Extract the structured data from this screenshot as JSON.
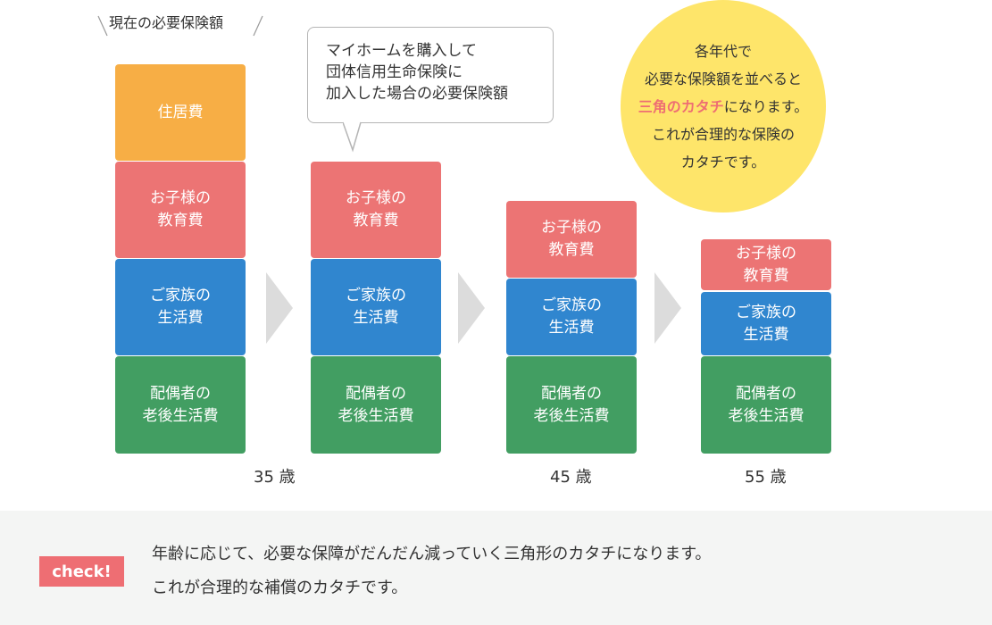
{
  "colors": {
    "housing": "#f7ae45",
    "education": "#ec7474",
    "living": "#3086cf",
    "spouse": "#429e62",
    "circle": "#fee56a",
    "highlight": "#ee6e73",
    "footer_bg": "#f4f5f4"
  },
  "current_label": "現在の必要保険額",
  "bubble": {
    "text": "マイホームを購入して\n団体信用生命保険に\n加入した場合の必要保険額"
  },
  "circle": {
    "line1": "各年代で",
    "line2": "必要な保険額を並べると",
    "line3_highlight": "三角のカタチ",
    "line3_rest": "になります。",
    "line4": "これが合理的な保険の",
    "line5": "カタチです。"
  },
  "columns": [
    {
      "age": "35 歳",
      "blocks": {
        "housing": "住居費",
        "education": "お子様の\n教育費",
        "living": "ご家族の\n生活費",
        "spouse": "配偶者の\n老後生活費"
      }
    },
    {
      "blocks": {
        "education": "お子様の\n教育費",
        "living": "ご家族の\n生活費",
        "spouse": "配偶者の\n老後生活費"
      }
    },
    {
      "age": "45 歳",
      "blocks": {
        "education": "お子様の\n教育費",
        "living": "ご家族の\n生活費",
        "spouse": "配偶者の\n老後生活費"
      }
    },
    {
      "age": "55 歳",
      "blocks": {
        "education": "お子様の\n教育費",
        "living": "ご家族の\n生活費",
        "spouse": "配偶者の\n老後生活費"
      }
    }
  ],
  "footer": {
    "badge": "check!",
    "line1": "年齢に応じて、必要な保障がだんだん減っていく三角形のカタチになります。",
    "line2": "これが合理的な補償のカタチです。"
  }
}
